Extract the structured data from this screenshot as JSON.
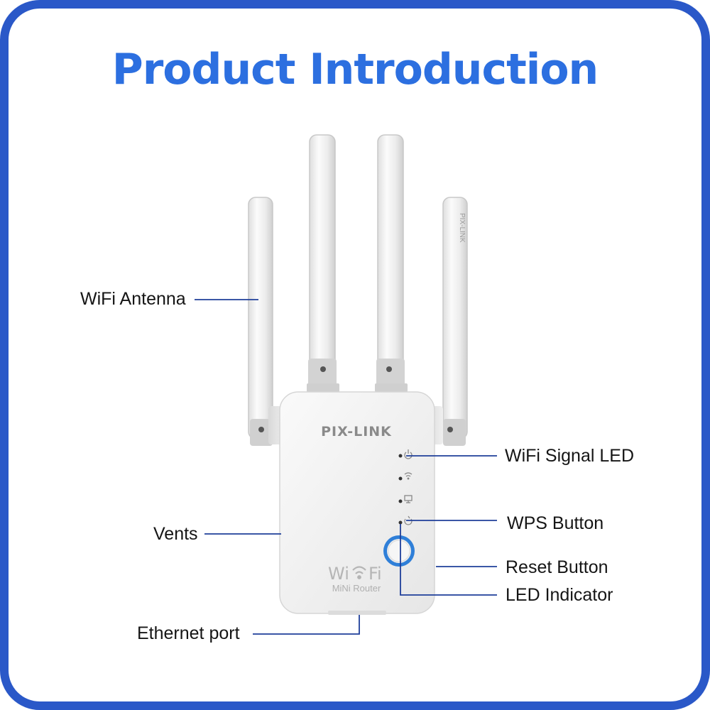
{
  "title": "Product Introduction",
  "device": {
    "brand": "PIX-LINK",
    "logo_text": "WiFi",
    "subtitle": "MiNi Router",
    "antenna_print": "PIX-LINK"
  },
  "callouts": {
    "wifi_antenna": "WiFi Antenna",
    "vents": "Vents",
    "ethernet_port": "Ethernet port",
    "wifi_signal_led": "WiFi Signal LED",
    "wps_button": "WPS Button",
    "reset_button": "Reset Button",
    "led_indicator": "LED Indicator"
  },
  "colors": {
    "frame": "#2a58c8",
    "title": "#2c6fe0",
    "leader_line": "#1f3f9a",
    "device_body": "#f2f2f2",
    "led_ring": "#2f7fd8"
  },
  "icons": [
    "power-icon",
    "wifi-icon",
    "monitor-icon",
    "wps-icon"
  ]
}
